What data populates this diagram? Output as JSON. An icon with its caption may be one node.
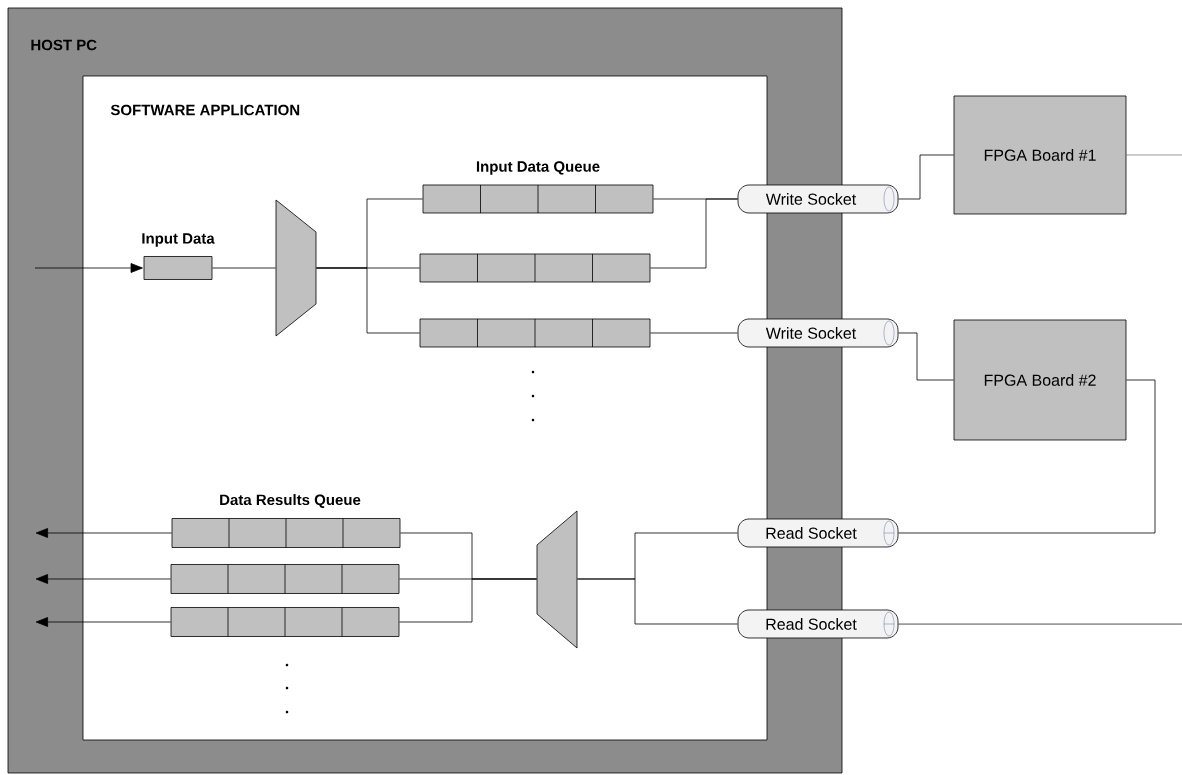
{
  "diagram": {
    "nodes": [
      {
        "text": [
          "HOST PC"
        ]
      },
      {
        "text": [
          "SOFTWARE APPLICATION"
        ],
        "in": 0
      },
      {
        "text": [
          "Input Data"
        ],
        "in": 1
      },
      {
        "text": [],
        "shape": "trapezoid",
        "in": 1
      },
      {
        "text": [],
        "shape": "box",
        "in": 1
      },
      {
        "text": [],
        "shape": "box",
        "in": 1
      },
      {
        "text": [],
        "shape": "box",
        "in": 1
      },
      {
        "text": [
          "Write Socket"
        ]
      },
      {
        "text": [
          "Write Socket"
        ]
      },
      {
        "text": [
          "FPGA Board #1"
        ]
      },
      {
        "text": [
          "FPGA Board #2"
        ]
      },
      {
        "text": [
          "Read Socket"
        ]
      },
      {
        "text": [
          "Read Socket"
        ]
      },
      {
        "text": [],
        "shape": "trapezoid",
        "in": 1
      },
      {
        "text": [],
        "shape": "box",
        "in": 1
      },
      {
        "text": [],
        "shape": "box",
        "in": 1
      },
      {
        "text": [],
        "shape": "box",
        "in": 1
      }
    ],
    "edges": [
      {
        "from": null,
        "to": 2,
        "arrow": "to"
      },
      {
        "from": 2,
        "to": 3,
        "arrow": "none"
      },
      {
        "from": 3,
        "to": 4,
        "arrow": "none"
      },
      {
        "from": 3,
        "to": 5,
        "arrow": "none"
      },
      {
        "from": 3,
        "to": 6,
        "arrow": "none"
      },
      {
        "from": 4,
        "to": 7,
        "arrow": "none"
      },
      {
        "from": 5,
        "to": 7,
        "arrow": "none"
      },
      {
        "from": 6,
        "to": 8,
        "arrow": "none"
      },
      {
        "from": 7,
        "to": 9,
        "arrow": "none"
      },
      {
        "from": 9,
        "to": null,
        "arrow": "none"
      },
      {
        "from": 8,
        "to": 10,
        "arrow": "none"
      },
      {
        "from": 10,
        "to": 11,
        "arrow": "none"
      },
      {
        "from": null,
        "to": 12,
        "arrow": "none"
      },
      {
        "from": 11,
        "to": 13,
        "arrow": "none"
      },
      {
        "from": 12,
        "to": 13,
        "arrow": "none"
      },
      {
        "from": 13,
        "to": 14,
        "arrow": "none"
      },
      {
        "from": 13,
        "to": 15,
        "arrow": "none"
      },
      {
        "from": 13,
        "to": 16,
        "arrow": "none"
      },
      {
        "from": 14,
        "to": null,
        "arrow": "to"
      },
      {
        "from": 15,
        "to": null,
        "arrow": "to"
      },
      {
        "from": 16,
        "to": null,
        "arrow": "to"
      }
    ],
    "labels": [
      "Input Data Queue",
      "Data Results Queue"
    ]
  }
}
